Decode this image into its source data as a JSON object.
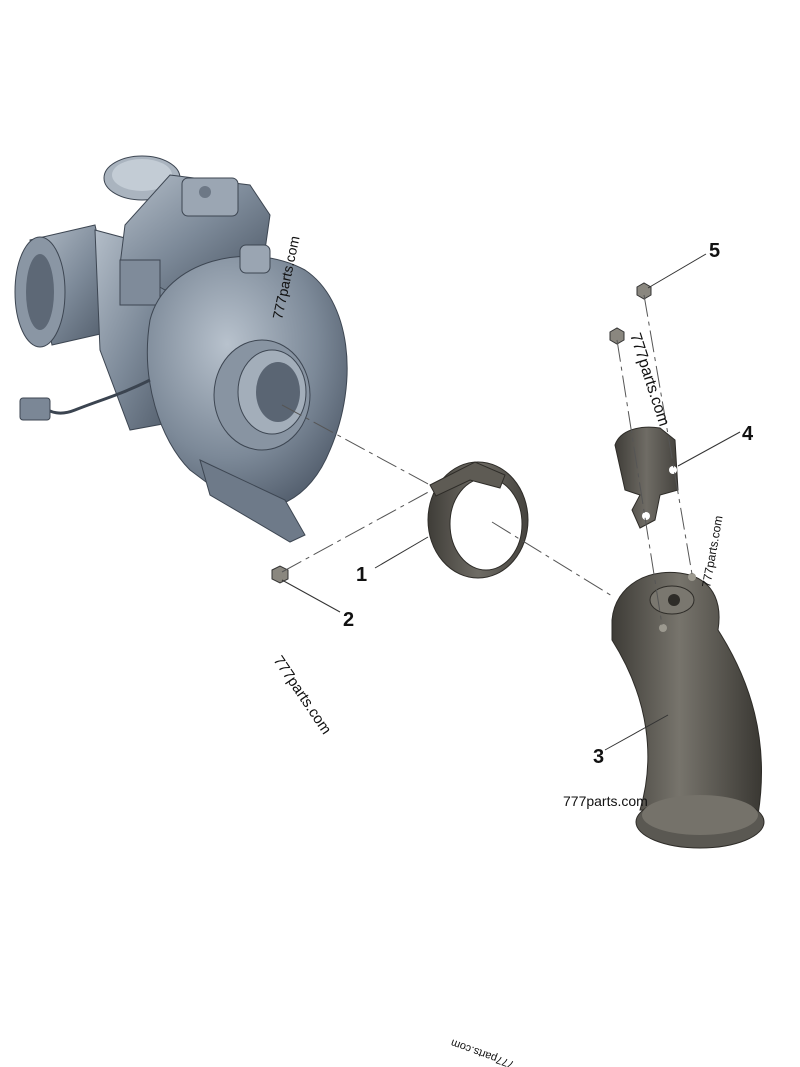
{
  "callouts": {
    "p1": "1",
    "p2": "2",
    "p3": "3",
    "p4": "4",
    "p5": "5"
  },
  "watermarks": {
    "w1": "777parts.com",
    "w2": "777parts.com",
    "w3": "777parts.com",
    "w4": "777parts.com",
    "w5": "777parts.com",
    "w6": "777parts.com"
  },
  "colors": {
    "turbo": "#7d8a99",
    "pipe": "#55534d",
    "bracket": "#5a5852",
    "clamp": "#5e5b54",
    "background": "#ffffff"
  }
}
